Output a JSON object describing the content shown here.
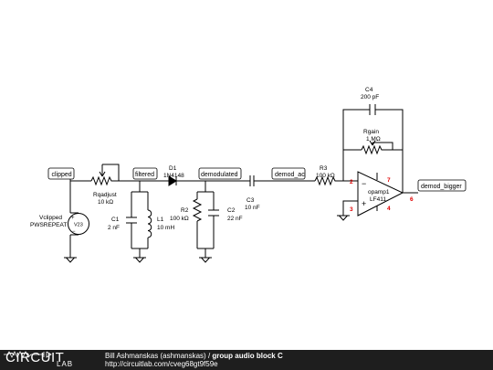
{
  "labels": {
    "clipped": "clipped",
    "filtered": "filtered",
    "demodulated": "demodulated",
    "demod_ac": "demod_ac",
    "demod_bigger": "demod_bigger"
  },
  "components": {
    "vclipped_name": "Vclipped",
    "vclipped_value": "PWSREPEAT",
    "vclipped_symbol": "V23",
    "rqadjust_name": "Rqadjust",
    "rqadjust_value": "10 kΩ",
    "c1_name": "C1",
    "c1_value": "2 nF",
    "l1_name": "L1",
    "l1_value": "10 mH",
    "d1_name": "D1",
    "d1_value": "1N4148",
    "r2_name": "R2",
    "r2_value": "100 kΩ",
    "c2_name": "C2",
    "c2_value": "22 nF",
    "c3_name": "C3",
    "c3_value": "10 nF",
    "r3_name": "R3",
    "r3_value": "100 kΩ",
    "c4_name": "C4",
    "c4_value": "200 pF",
    "rgain_name": "Rgain",
    "rgain_value": "1 MΩ",
    "opamp_name": "opamp1",
    "opamp_value": "LF411",
    "opamp_minus": "−",
    "opamp_plus": "+"
  },
  "pins": {
    "p2": "2",
    "p3": "3",
    "p4": "4",
    "p6": "6",
    "p7": "7"
  },
  "footer": {
    "logo_top": "CIRCUIT",
    "logo_bottom": "LAB",
    "author": "Bill Ashmanskas (ashmanskas)",
    "separator": " / ",
    "title": "group audio block C",
    "url": "http://circuitlab.com/cveg68gt9f59e"
  },
  "colors": {
    "wire": "#000000",
    "pin_number": "#e00000",
    "footer_bg": "#1e1e1e"
  }
}
